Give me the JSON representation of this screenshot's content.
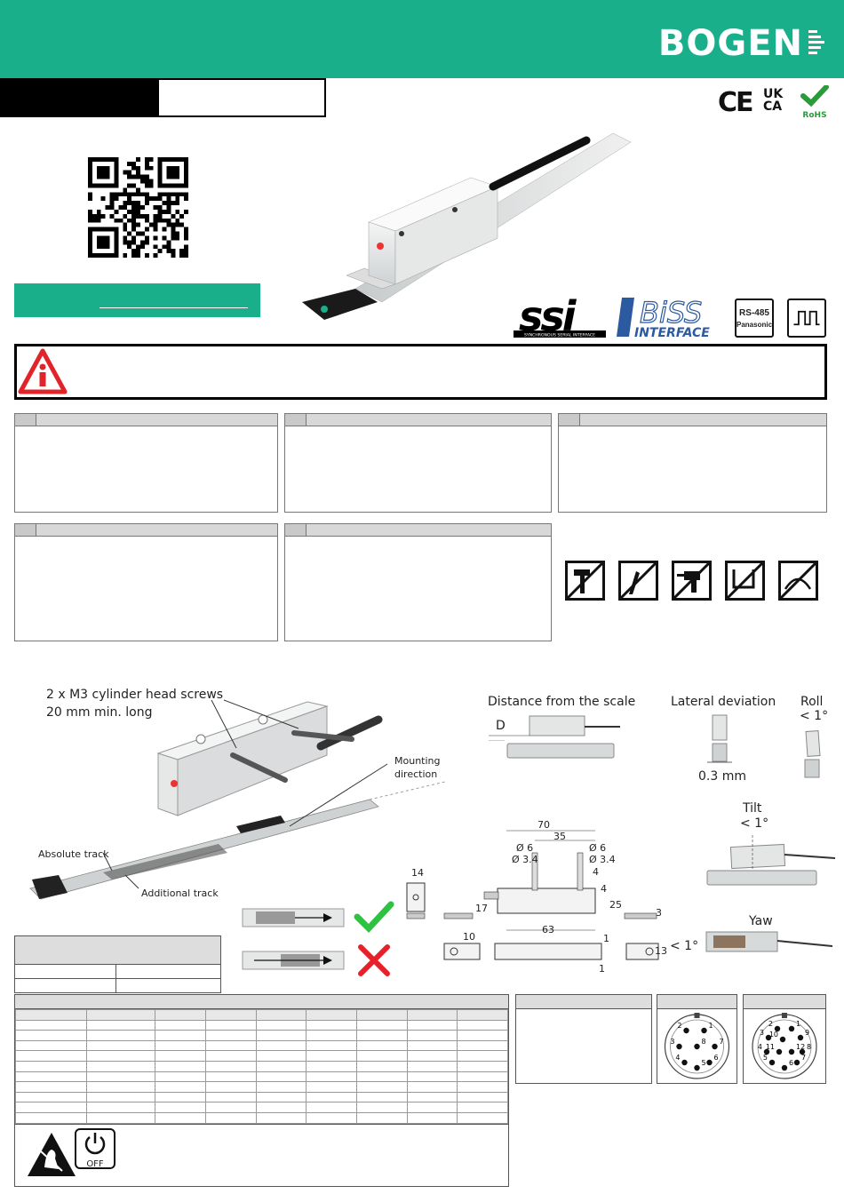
{
  "brand": {
    "name": "BOGEN",
    "accent_color": "#1aaf8b"
  },
  "certifications": {
    "ce": "CE",
    "ukca_top": "UK",
    "ukca_bottom": "CA",
    "rohs": "RoHS"
  },
  "interfaces": {
    "ssi_caption": "SYNCHRONOUS SERIAL INTERFACE",
    "biss_top": "BiSS",
    "biss_bottom": "INTERFACE",
    "rs485_line1": "RS-485",
    "rs485_line2": "Panasonic"
  },
  "mounting": {
    "screws_line1": "2 x M3 cylinder head screws",
    "screws_line2": "20 mm min. long",
    "mounting_direction_line1": "Mounting",
    "mounting_direction_line2": "direction",
    "absolute_track": "Absolute track",
    "additional_track": "Additional track"
  },
  "tolerances": {
    "distance_title": "Distance from the scale",
    "distance_symbol": "D",
    "lateral_title": "Lateral deviation",
    "lateral_value": "0.3 mm",
    "roll_title": "Roll",
    "roll_value": "< 1°",
    "tilt_title": "Tilt",
    "tilt_value": "< 1°",
    "yaw_title": "Yaw",
    "yaw_value": "< 1°"
  },
  "dimensions": {
    "d70": "70",
    "d35": "35",
    "phi6_left": "Ø 6",
    "phi34_left": "Ø 3.4",
    "phi6_right": "Ø 6",
    "phi34_right": "Ø 3.4",
    "d4_top": "4",
    "d4_side": "4",
    "d14": "14",
    "d17": "17",
    "d25": "25",
    "d3": "3",
    "d63": "63",
    "d10": "10",
    "d1_top": "1",
    "d1_bottom": "1",
    "d13": "13"
  },
  "connectors": {
    "m12_8pin": [
      "1",
      "2",
      "3",
      "4",
      "5",
      "6",
      "7",
      "8"
    ],
    "m16_12pin": [
      "1",
      "2",
      "3",
      "4",
      "5",
      "6",
      "7",
      "8",
      "9",
      "10",
      "11",
      "12"
    ]
  },
  "power": {
    "off_label": "OFF"
  },
  "table": {
    "rows": 11,
    "cols": 9
  }
}
